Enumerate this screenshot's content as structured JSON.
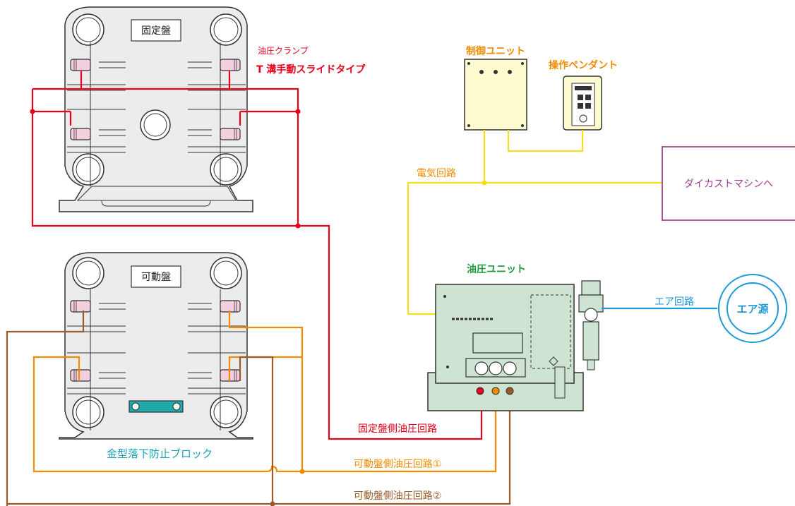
{
  "labels": {
    "fixed_platen": "固定盤",
    "movable_platen": "可動盤",
    "clamp_line1": "油圧クランプ",
    "clamp_line2": "T 溝手動スライドタイプ",
    "control_unit": "制御ユニット",
    "pendant": "操作ペンダント",
    "electric_circuit": "電気回路",
    "to_machine": "ダイカストマシンへ",
    "hydraulic_unit": "油圧ユニット",
    "air_circuit": "エア回路",
    "air_source": "エア源",
    "fixed_circuit": "固定盤側油圧回路",
    "movable_circuit1": "可動盤側油圧回路①",
    "movable_circuit2": "可動盤側油圧回路②",
    "drop_block": "金型落下防止ブロック"
  },
  "colors": {
    "red": "#e8001c",
    "orange": "#f08c00",
    "brown": "#9b5a2a",
    "yellow": "#f5de1c",
    "purple": "#a23e8f",
    "blue": "#1e9ad6",
    "green_text": "#1a9a3a",
    "teal_text": "#19a3b5",
    "clamp_pink": "#f4cfe0",
    "unit_green": "#cfe3d2",
    "panel_yellow": "#fffbd0",
    "platen_gray": "#ececec"
  }
}
